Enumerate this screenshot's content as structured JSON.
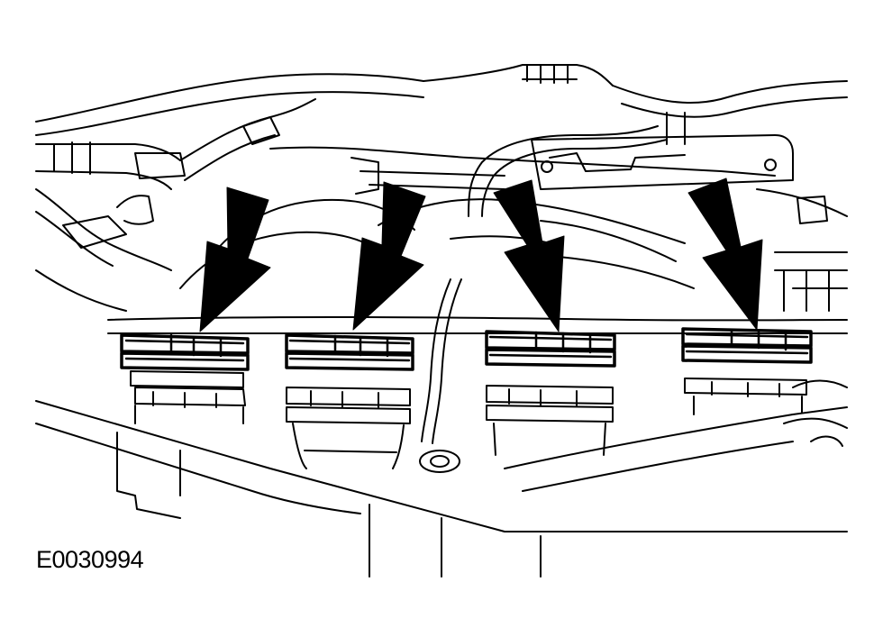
{
  "figure": {
    "id_label": "E0030994",
    "line_color": "#000000",
    "background": "#ffffff"
  },
  "components": {
    "callout_arrows": 4,
    "seal_assemblies": 4
  }
}
